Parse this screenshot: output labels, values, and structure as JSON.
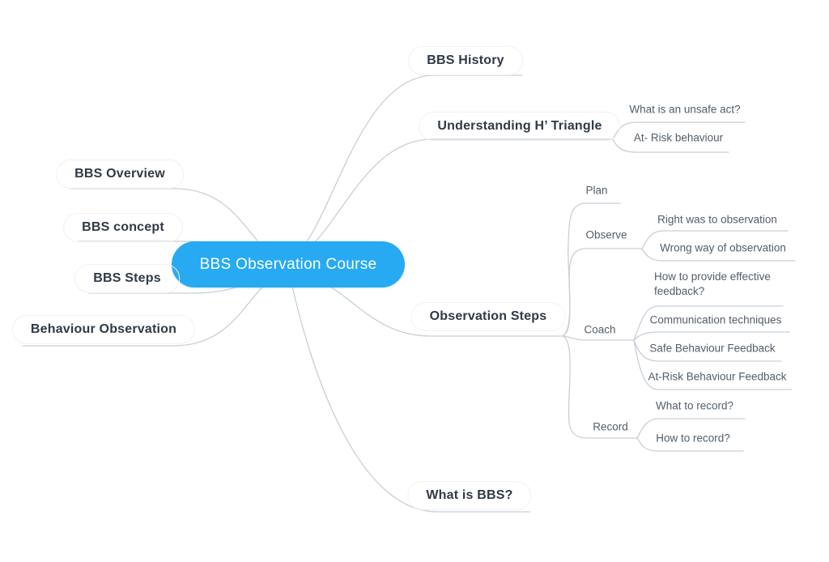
{
  "map": {
    "center": {
      "label": "BBS Observation Course"
    },
    "left": [
      {
        "label": "BBS Overview"
      },
      {
        "label": "BBS concept"
      },
      {
        "label": "BBS Steps"
      },
      {
        "label": "Behaviour Observation"
      }
    ],
    "right": [
      {
        "label": "BBS History"
      },
      {
        "label": "Understanding H’ Triangle",
        "children": [
          {
            "label": "What is an unsafe act?"
          },
          {
            "label": "At- Risk behaviour"
          }
        ]
      },
      {
        "label": "Observation Steps",
        "children": [
          {
            "label": "Plan"
          },
          {
            "label": "Observe",
            "children": [
              {
                "label": "Right was to observation"
              },
              {
                "label": "Wrong way of observation"
              }
            ]
          },
          {
            "label": "Coach",
            "children": [
              {
                "label": "How to provide effective feedback?"
              },
              {
                "label": "Communication techniques"
              },
              {
                "label": "Safe Behaviour Feedback"
              },
              {
                "label": "At-Risk Behaviour Feedback"
              }
            ]
          },
          {
            "label": "Record",
            "children": [
              {
                "label": "What to record?"
              },
              {
                "label": "How to record?"
              }
            ]
          }
        ]
      },
      {
        "label": "What is BBS?"
      }
    ]
  },
  "colors": {
    "center_fill": "#27aaf2",
    "center_text": "#ffffff",
    "connector": "#c9cfd6",
    "topic_text": "#2e3a46",
    "leaf_text": "#515e6a",
    "background": "#ffffff"
  }
}
